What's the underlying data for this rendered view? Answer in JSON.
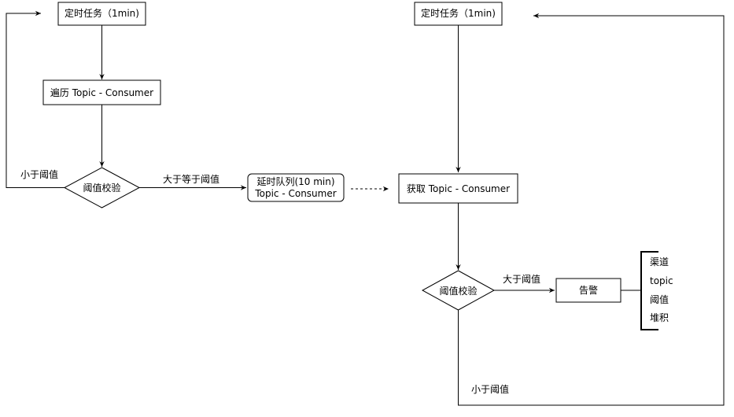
{
  "left_flow": {
    "cron_task": "定时任务（1min)",
    "traverse": "遍历 Topic - Consumer",
    "threshold_check": "阈值校验",
    "less_than_threshold": "小于阈值",
    "ge_threshold": "大于等于阈值",
    "delay_queue_line1": "延时队列(10 min)",
    "delay_queue_line2": "Topic - Consumer"
  },
  "right_flow": {
    "cron_task": "定时任务（1min)",
    "fetch": "获取 Topic - Consumer",
    "threshold_check": "阈值校验",
    "greater_than_threshold": "大于阈值",
    "less_than_threshold": "小于阈值",
    "alarm": "告警",
    "alarm_details": [
      "渠道",
      "topic",
      "阈值",
      "堆积"
    ]
  }
}
